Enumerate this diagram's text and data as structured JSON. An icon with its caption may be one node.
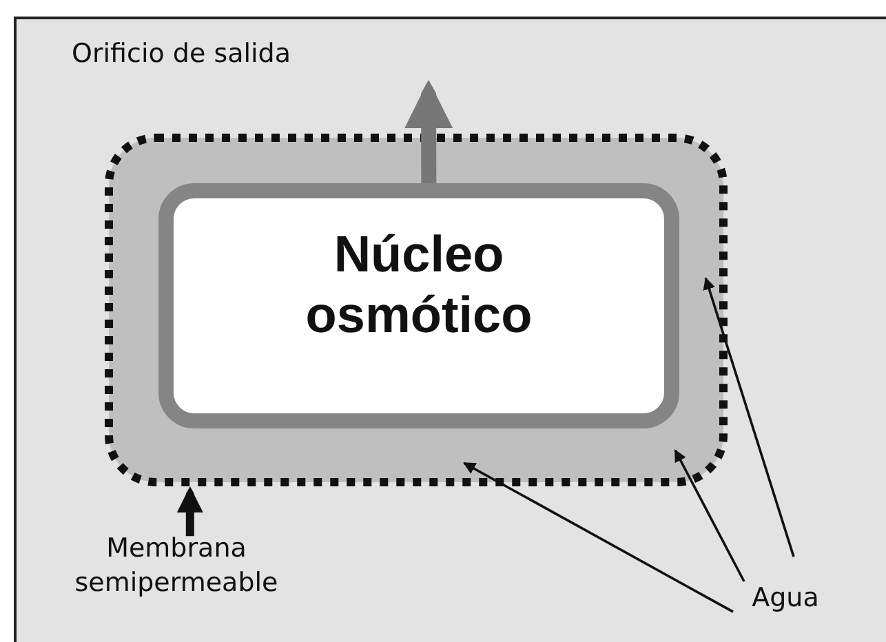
{
  "diagram": {
    "nodes": [
      {
        "text": [],
        "shape": "box"
      },
      {
        "text": [
          "Núcleo osmótico"
        ],
        "in": 0
      },
      {
        "text": [
          "Membrana semipermeable"
        ]
      },
      {
        "text": [
          "Agua"
        ]
      }
    ],
    "edges": [
      {
        "from": 1,
        "to": null,
        "arrow": "to",
        "style": "thick",
        "color": "#777777"
      },
      {
        "from": 2,
        "to": 0,
        "arrow": "to",
        "style": "thick"
      },
      {
        "from": 3,
        "to": 0,
        "arrow": "to"
      },
      {
        "from": 3,
        "to": 0,
        "arrow": "to"
      },
      {
        "from": 3,
        "to": 0,
        "arrow": "to"
      }
    ],
    "labels": [
      "Orificio de salida"
    ]
  }
}
